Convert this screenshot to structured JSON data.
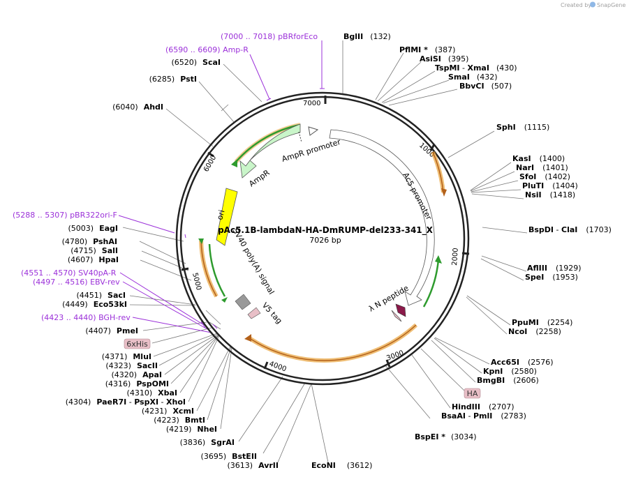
{
  "watermark": {
    "prefix": "Created by",
    "brand": "SnapGene"
  },
  "plasmid": {
    "name": "pAc5.1B-lambdaN-HA-DmRUMP-del233-341_X",
    "size_label": "7026 bp"
  },
  "ring_ticks": [
    "1000",
    "2000",
    "3000",
    "4000",
    "5000",
    "6000",
    "7000"
  ],
  "features": {
    "ampr_promoter": "AmpR promoter",
    "ampr": "AmpR",
    "ori": "ori",
    "ac5_promoter": "Ac5 promoter",
    "sv40": "SV40 poly(A) signal",
    "v5": "V5 tag",
    "lambda_n": "λ N peptide"
  },
  "badges": {
    "his": "6xHis",
    "ha": "HA"
  },
  "primers": [
    {
      "pos": "(7000 .. 7018)",
      "name": "pBRforEco"
    },
    {
      "pos": "(6590 .. 6609)",
      "name": "Amp-R"
    },
    {
      "pos": "(5288 .. 5307)",
      "name": "pBR322ori-F"
    },
    {
      "pos": "(4551 .. 4570)",
      "name": "SV40pA-R"
    },
    {
      "pos": "(4497 .. 4516)",
      "name": "EBV-rev"
    },
    {
      "pos": "(4423 .. 4440)",
      "name": "BGH-rev"
    }
  ],
  "sites_right": [
    {
      "name": "BglII",
      "pos": "(132)"
    },
    {
      "name": "PflMI *",
      "pos": "(387)"
    },
    {
      "name": "AsiSI",
      "pos": "(395)"
    },
    {
      "name": "TspMI",
      "sep": " - ",
      "name2": "XmaI",
      "pos": "(430)"
    },
    {
      "name": "SmaI",
      "pos": "(432)"
    },
    {
      "name": "BbvCI",
      "pos": "(507)"
    },
    {
      "name": "SphI",
      "pos": "(1115)"
    },
    {
      "name": "KasI",
      "pos": "(1400)"
    },
    {
      "name": "NarI",
      "pos": "(1401)"
    },
    {
      "name": "SfoI",
      "pos": "(1402)"
    },
    {
      "name": "PluTI",
      "pos": "(1404)"
    },
    {
      "name": "NsiI",
      "pos": "(1418)"
    },
    {
      "name": "BspDI",
      "sep": " - ",
      "name2": "ClaI",
      "pos": "(1703)"
    },
    {
      "name": "AflIII",
      "pos": "(1929)"
    },
    {
      "name": "SpeI",
      "pos": "(1953)"
    },
    {
      "name": "PpuMI",
      "pos": "(2254)"
    },
    {
      "name": "NcoI",
      "pos": "(2258)"
    },
    {
      "name": "Acc65I",
      "pos": "(2576)"
    },
    {
      "name": "KpnI",
      "pos": "(2580)"
    },
    {
      "name": "BmgBI",
      "pos": "(2606)"
    },
    {
      "name": "HindIII",
      "pos": "(2707)"
    },
    {
      "name": "BsaAI",
      "sep": " - ",
      "name2": "PmlI",
      "pos": "(2783)"
    },
    {
      "name": "BspEI *",
      "pos": "(3034)"
    },
    {
      "name": "EcoNI",
      "pos": "(3612)"
    }
  ],
  "sites_left": [
    {
      "pos": "(6520)",
      "name": "ScaI"
    },
    {
      "pos": "(6285)",
      "name": "PstI"
    },
    {
      "pos": "(6040)",
      "name": "AhdI"
    },
    {
      "pos": "(5003)",
      "name": "EagI"
    },
    {
      "pos": "(4780)",
      "name": "PshAI"
    },
    {
      "pos": "(4715)",
      "name": "SalI"
    },
    {
      "pos": "(4607)",
      "name": "HpaI"
    },
    {
      "pos": "(4451)",
      "name": "SacI"
    },
    {
      "pos": "(4449)",
      "name": "Eco53kI"
    },
    {
      "pos": "(4407)",
      "name": "PmeI"
    },
    {
      "pos": "(4371)",
      "name": "MluI"
    },
    {
      "pos": "(4323)",
      "name": "SacII"
    },
    {
      "pos": "(4320)",
      "name": "ApaI"
    },
    {
      "pos": "(4316)",
      "name": "PspOMI"
    },
    {
      "pos": "(4310)",
      "name": "XbaI"
    },
    {
      "pos": "(4304)",
      "name": "PaeR7I",
      "sep": " - ",
      "name2": "PspXI",
      "sep2": " - ",
      "name3": "XhoI"
    },
    {
      "pos": "(4231)",
      "name": "XcmI"
    },
    {
      "pos": "(4223)",
      "name": "BmtI"
    },
    {
      "pos": "(4219)",
      "name": "NheI"
    },
    {
      "pos": "(3836)",
      "name": "SgrAI"
    },
    {
      "pos": "(3695)",
      "name": "BstEII"
    },
    {
      "pos": "(3613)",
      "name": "AvrII"
    }
  ],
  "colors": {
    "primer": "#9b30d9",
    "ampr": "#c9f5c9",
    "ori": "#ffff00",
    "orf_orange": "#e8a33a",
    "orf_green": "#2e9b2e",
    "lambda": "#8b1a4a",
    "badge_bg": "#e8bfc7"
  }
}
